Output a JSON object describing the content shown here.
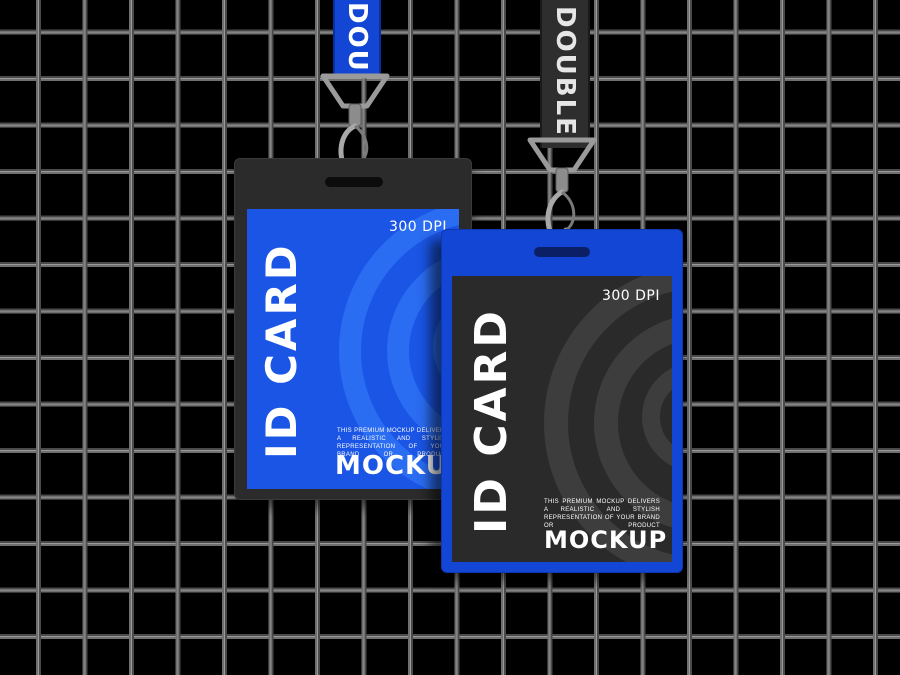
{
  "scene": "ID card lanyard mockup on metal grid",
  "back_card": {
    "dpi_label": "300 DPI",
    "title": "ID CARD",
    "subtitle": "MOCKUP",
    "tagline": "THIS PREMIUM MOCKUP DELIVERS A REALISTIC AND STYLISH REPRESENTATION OF YOUR BRAND OR PRODUCT",
    "lanyard_text": "DOUBLE",
    "holder_color": "#2b2b2b",
    "insert_color": "#1a55e6"
  },
  "front_card": {
    "dpi_label": "300 DPI",
    "title": "ID CARD",
    "subtitle": "MOCKUP",
    "tagline": "THIS PREMIUM MOCKUP DELIVERS A REALISTIC AND STYLISH REPRESENTATION OF YOUR BRAND OR PRODUCT",
    "lanyard_text": "DOUBLE",
    "holder_color": "#1446d6",
    "insert_color": "#2a2a2a"
  }
}
